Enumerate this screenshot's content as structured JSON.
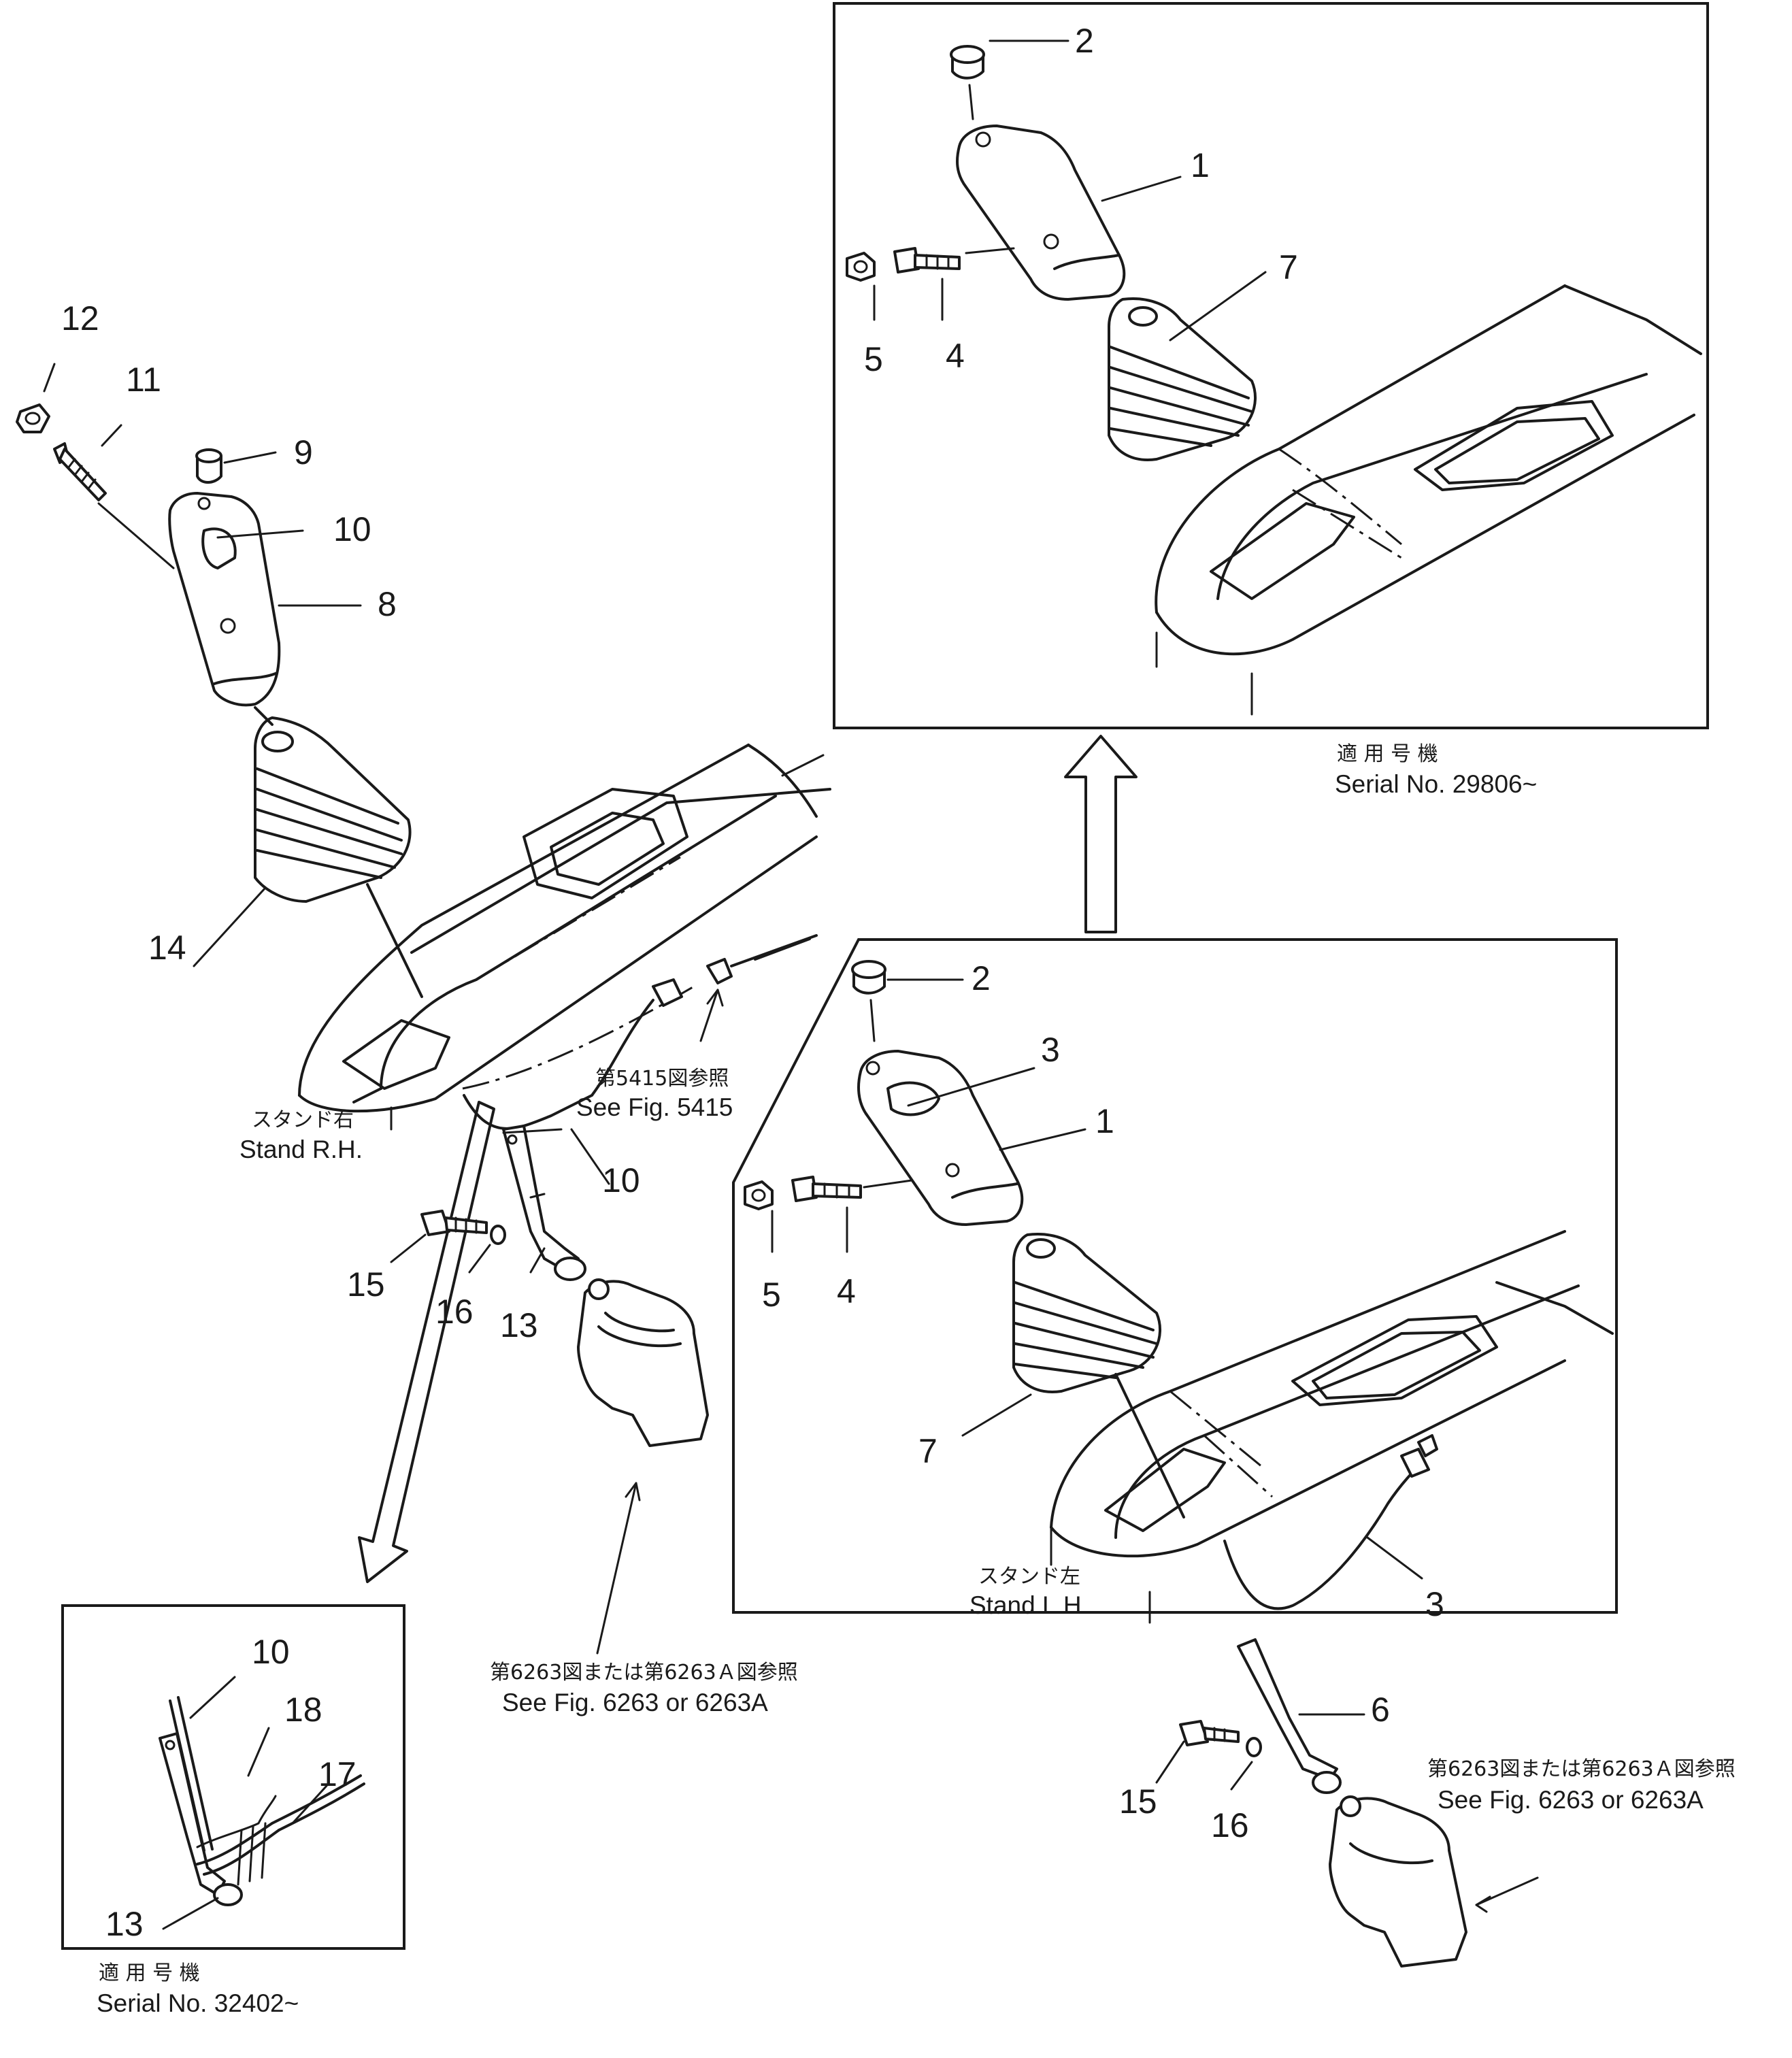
{
  "callouts": {
    "c_rh_12": "12",
    "c_rh_11": "11",
    "c_rh_9": "9",
    "c_rh_10a": "10",
    "c_rh_8": "8",
    "c_rh_14": "14",
    "c_rh_10b": "10",
    "c_rh_15": "15",
    "c_rh_16": "16",
    "c_rh_13": "13",
    "c_top_2": "2",
    "c_top_1": "1",
    "c_top_7": "7",
    "c_top_5": "5",
    "c_top_4": "4",
    "c_lh_2": "2",
    "c_lh_3a": "3",
    "c_lh_1": "1",
    "c_lh_5": "5",
    "c_lh_4": "4",
    "c_lh_7": "7",
    "c_lh_3b": "3",
    "c_lh_6": "6",
    "c_lh_15": "15",
    "c_lh_16": "16",
    "c_bl_10": "10",
    "c_bl_18": "18",
    "c_bl_17": "17",
    "c_bl_13": "13"
  },
  "notes": {
    "top_applicable_jp": "適 用 号 機",
    "top_serial": "Serial No. 29806~",
    "bl_applicable_jp": "適 用 号 機",
    "bl_serial": "Serial No. 32402~",
    "stand_rh_jp": "スタンド右",
    "stand_rh_en": "Stand R.H.",
    "stand_lh_jp": "スタンド左",
    "stand_lh_en": "Stand L.H.",
    "ref5415_jp": "第5415図参照",
    "ref5415_en": "See Fig. 5415",
    "ref6263_mid_jp": "第6263図または第6263Ａ図参照",
    "ref6263_mid_en": "See Fig. 6263 or 6263A",
    "ref6263_right_jp": "第6263図または第6263Ａ図参照",
    "ref6263_right_en": "See Fig. 6263 or 6263A"
  }
}
